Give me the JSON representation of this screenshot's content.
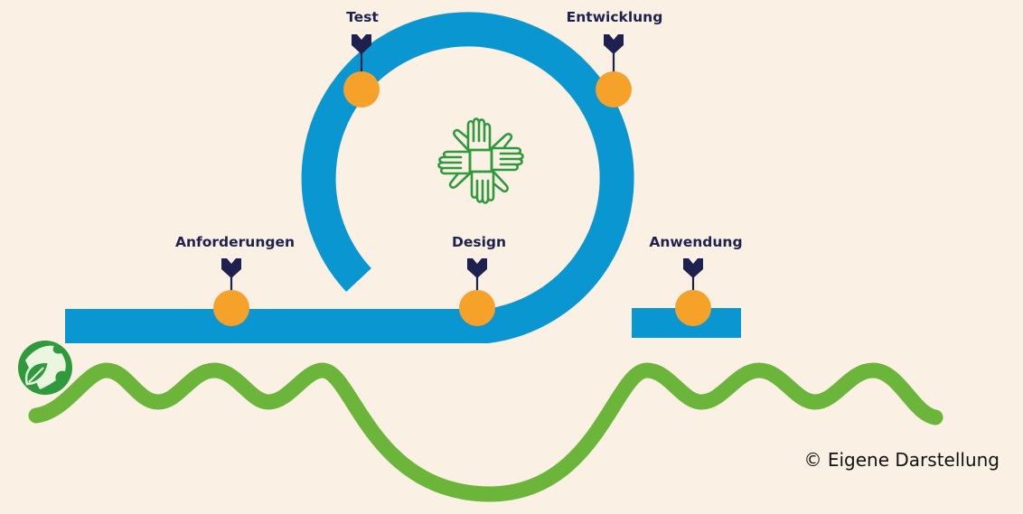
{
  "stages": [
    {
      "id": "anforderungen",
      "label": "Anforderungen"
    },
    {
      "id": "design",
      "label": "Design"
    },
    {
      "id": "test",
      "label": "Test"
    },
    {
      "id": "entwicklung",
      "label": "Entwicklung"
    },
    {
      "id": "anwendung",
      "label": "Anwendung"
    }
  ],
  "copyright": "© Eigene Darstellung",
  "colors": {
    "background": "#faf0e4",
    "track": "#0a96d0",
    "milestone": "#f5a12a",
    "marker": "#1e2150",
    "wave": "#6bb53b",
    "hands_icon": "#2e9a3c",
    "logo": "#2e9a3c"
  },
  "icons": {
    "center": "cooperating-hands-icon",
    "logo": "leaf-globe-logo-icon",
    "marker": "flag-marker-icon"
  }
}
